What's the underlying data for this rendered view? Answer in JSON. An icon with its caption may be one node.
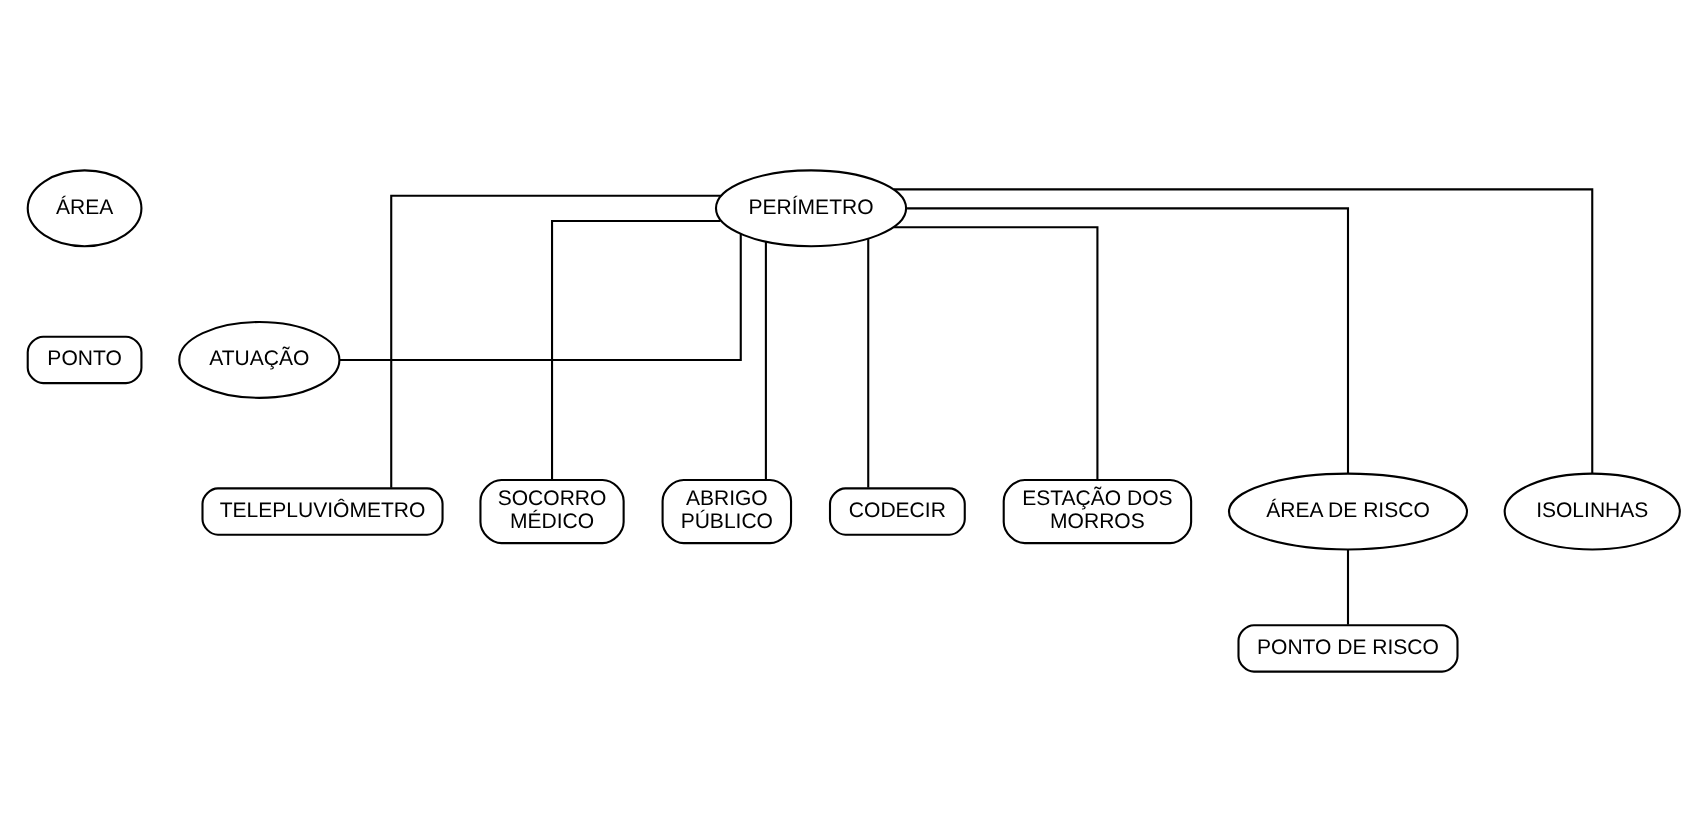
{
  "diagram": {
    "nodes": [
      {
        "text": [
          "ÁREA"
        ]
      },
      {
        "text": [
          "PONTO"
        ]
      },
      {
        "text": [
          "PERÍMETRO"
        ]
      },
      {
        "text": [
          "ATUAÇÃO"
        ]
      },
      {
        "text": [
          "TELEPLUVIÔMETRO"
        ]
      },
      {
        "text": [
          "SOCORRO MÉDICO"
        ]
      },
      {
        "text": [
          "ABRIGO PÚBLICO"
        ]
      },
      {
        "text": [
          "CODECIR"
        ]
      },
      {
        "text": [
          "ESTAÇÃO DOS MORROS"
        ]
      },
      {
        "text": [
          "ÁREA DE RISCO"
        ]
      },
      {
        "text": [
          "ISOLINHAS"
        ]
      },
      {
        "text": [
          "PONTO DE RISCO"
        ]
      }
    ],
    "edges": [
      {
        "from": 2,
        "to": 3,
        "arrow": "none"
      },
      {
        "from": 2,
        "to": 4,
        "arrow": "none"
      },
      {
        "from": 2,
        "to": 5,
        "arrow": "none"
      },
      {
        "from": 2,
        "to": 6,
        "arrow": "none"
      },
      {
        "from": 2,
        "to": 7,
        "arrow": "none"
      },
      {
        "from": 2,
        "to": 8,
        "arrow": "none"
      },
      {
        "from": 2,
        "to": 9,
        "arrow": "none"
      },
      {
        "from": 2,
        "to": 10,
        "arrow": "none"
      },
      {
        "from": 9,
        "to": 11,
        "arrow": "none"
      }
    ]
  }
}
